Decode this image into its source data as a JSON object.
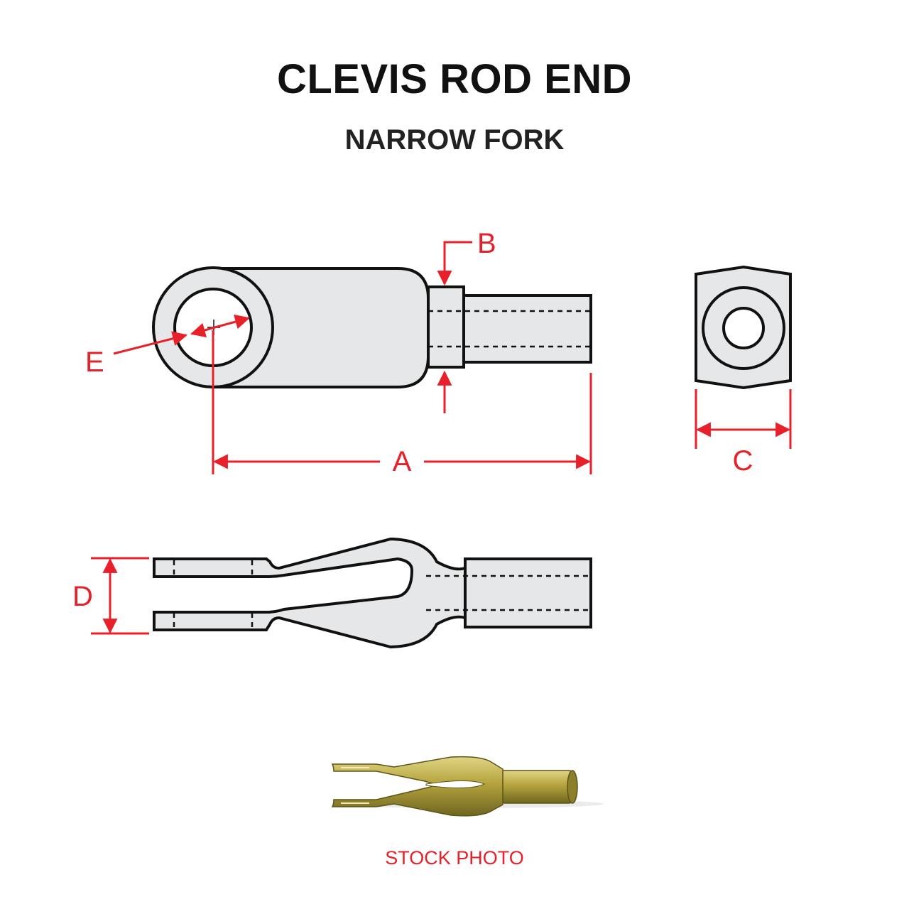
{
  "title": "CLEVIS ROD END",
  "subtitle": "NARROW FORK",
  "caption": "STOCK PHOTO",
  "dimensions": {
    "A": "A",
    "B": "B",
    "C": "C",
    "D": "D",
    "E": "E"
  },
  "colors": {
    "dimension": "#e8202a",
    "part_fill": "#e6e7e8",
    "outline": "#111111",
    "photo_metal": "#b9a84a"
  }
}
